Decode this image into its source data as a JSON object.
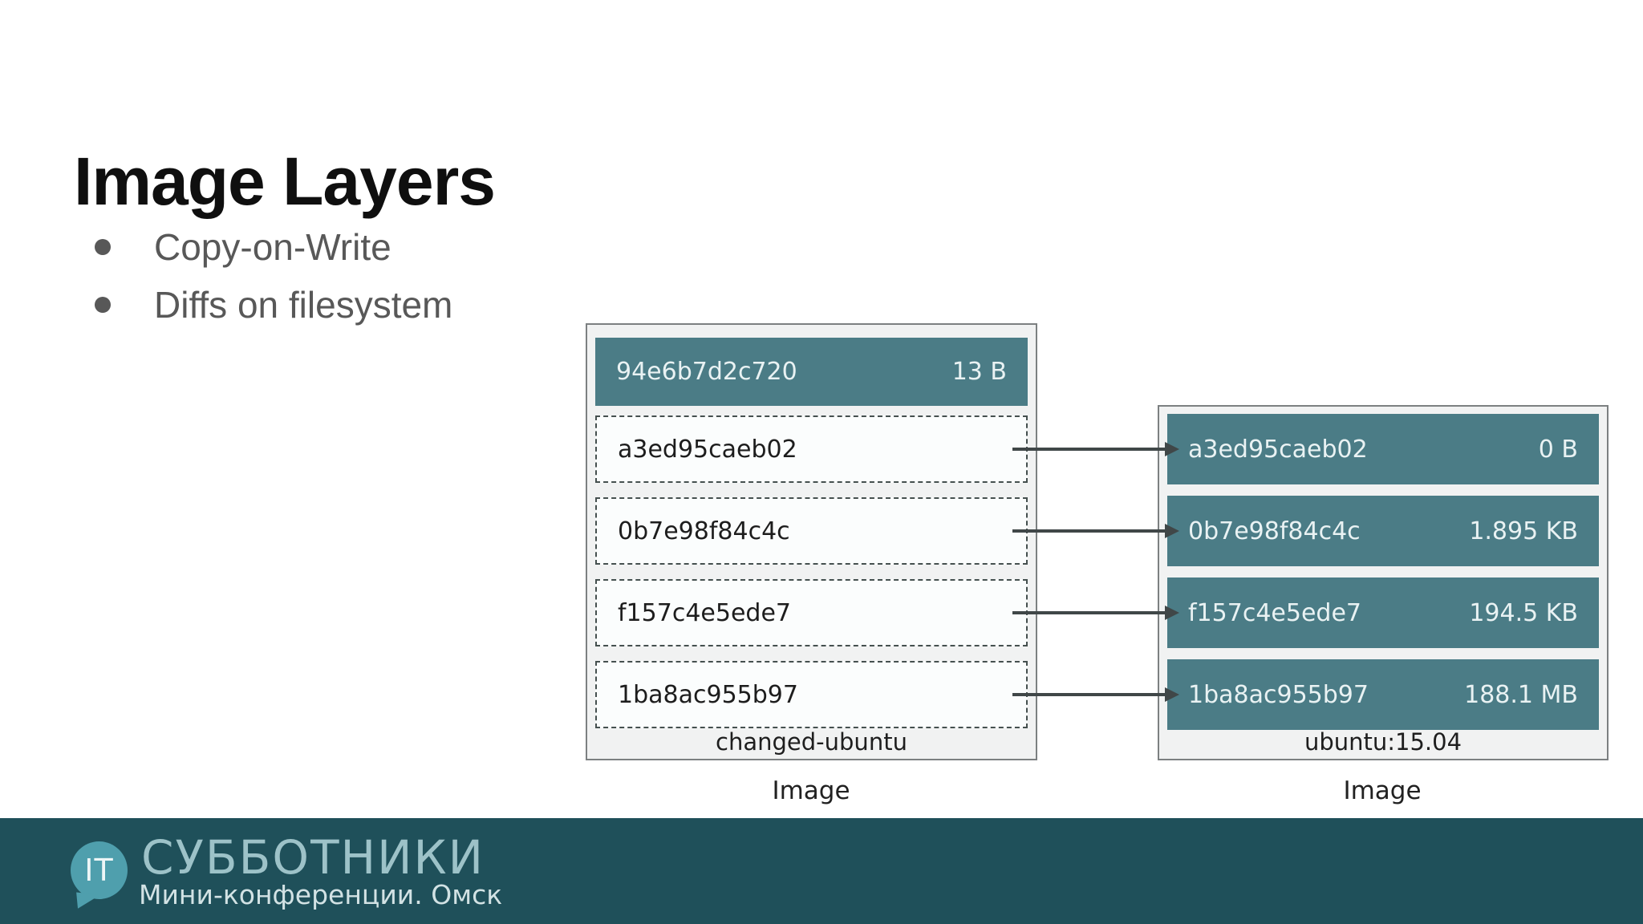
{
  "slide": {
    "title": "Image Layers",
    "bullets": [
      "Copy-on-Write",
      "Diffs on filesystem"
    ]
  },
  "diagram": {
    "left_box": {
      "writable_layer": {
        "hash": "94e6b7d2c720",
        "size": "13 B"
      },
      "shared_layers": [
        {
          "hash": "a3ed95caeb02"
        },
        {
          "hash": "0b7e98f84c4c"
        },
        {
          "hash": "f157c4e5ede7"
        },
        {
          "hash": "1ba8ac955b97"
        }
      ],
      "caption": "changed-ubuntu",
      "label": "Image"
    },
    "right_box": {
      "layers": [
        {
          "hash": "a3ed95caeb02",
          "size": "0 B"
        },
        {
          "hash": "0b7e98f84c4c",
          "size": "1.895 KB"
        },
        {
          "hash": "f157c4e5ede7",
          "size": "194.5 KB"
        },
        {
          "hash": "1ba8ac955b97",
          "size": "188.1 MB"
        }
      ],
      "caption": "ubuntu:15.04",
      "label": "Image"
    },
    "colors": {
      "layer_fill": "#4B7C86",
      "box_background": "#F1F2F2",
      "box_border": "#7C8081",
      "dashed_border": "#45504F",
      "connector": "#404748"
    }
  },
  "footer": {
    "logo_badge": "IT",
    "brand": "СУББОТНИКИ",
    "tagline": "Мини-конференции. Омск",
    "colors": {
      "background": "#1F505A",
      "bubble": "#4F9FAD",
      "brand_text": "#9DC2C8",
      "tagline_text": "#D2E2E4"
    }
  }
}
